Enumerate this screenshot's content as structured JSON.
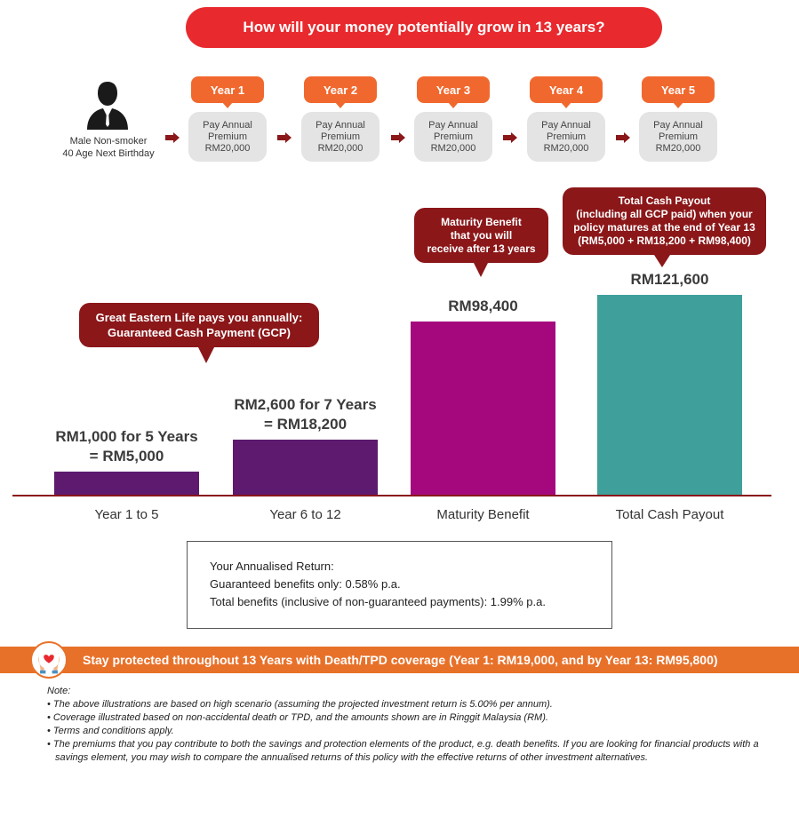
{
  "title": "How will your money potentially grow in 13 years?",
  "profile": {
    "line1": "Male Non-smoker",
    "line2": "40 Age Next Birthday"
  },
  "premium_steps": [
    {
      "year": "Year 1",
      "l1": "Pay Annual",
      "l2": "Premium",
      "l3": "RM20,000"
    },
    {
      "year": "Year 2",
      "l1": "Pay Annual",
      "l2": "Premium",
      "l3": "RM20,000"
    },
    {
      "year": "Year 3",
      "l1": "Pay Annual",
      "l2": "Premium",
      "l3": "RM20,000"
    },
    {
      "year": "Year 4",
      "l1": "Pay Annual",
      "l2": "Premium",
      "l3": "RM20,000"
    },
    {
      "year": "Year 5",
      "l1": "Pay Annual",
      "l2": "Premium",
      "l3": "RM20,000"
    }
  ],
  "bubbles": {
    "gcp": {
      "l1": "Great Eastern Life pays you annually:",
      "l2": "Guaranteed Cash Payment (GCP)"
    },
    "maturity": {
      "l1": "Maturity Benefit",
      "l2": "that you will",
      "l3": "receive after 13 years"
    },
    "total": {
      "l1": "Total Cash Payout",
      "l2": "(including all GCP paid) when your",
      "l3": "policy matures at the end of Year 13",
      "l4": "(RM5,000 + RM18,200 + RM98,400)"
    }
  },
  "chart_data": {
    "type": "bar",
    "categories": [
      "Year 1 to 5",
      "Year 6 to 12",
      "Maturity Benefit",
      "Total Cash Payout"
    ],
    "values": [
      5000,
      18200,
      98400,
      121600
    ],
    "value_labels": [
      {
        "l1": "RM1,000 for 5 Years",
        "l2": "= RM5,000"
      },
      {
        "l1": "RM2,600 for 7 Years",
        "l2": "= RM18,200"
      },
      {
        "l1": "RM98,400",
        "l2": ""
      },
      {
        "l1": "RM121,600",
        "l2": ""
      }
    ],
    "colors": [
      "#5d1a6e",
      "#5d1a6e",
      "#a5087c",
      "#3fa09b"
    ],
    "ylim": [
      0,
      121600
    ],
    "grid": false
  },
  "returns": {
    "heading": "Your Annualised Return:",
    "guaranteed": "Guaranteed benefits only: 0.58% p.a.",
    "total": "Total benefits (inclusive of non-guaranteed payments): 1.99% p.a."
  },
  "protection": "Stay protected throughout 13 Years with Death/TPD coverage (Year 1: RM19,000, and by Year 13: RM95,800)",
  "notes": {
    "heading": "Note:",
    "items": [
      "• The above illustrations are based on high scenario (assuming the projected investment return is 5.00% per annum).",
      "• Coverage illustrated based on non-accidental death or TPD, and the amounts shown are in Ringgit Malaysia (RM).",
      "• Terms and conditions apply.",
      "• The premiums that you pay contribute to both the savings and protection elements of the product, e.g. death benefits. If you are looking for financial products with a savings element, you may wish to compare the annualised returns of this policy with the effective returns of other investment alternatives."
    ]
  },
  "icons": {
    "person": "businessman-icon",
    "arrow": "arrow-right-icon",
    "protect": "hands-heart-icon"
  },
  "colors": {
    "red": "#e82a2e",
    "orange": "#f1682e",
    "maroon": "#8b1719"
  }
}
